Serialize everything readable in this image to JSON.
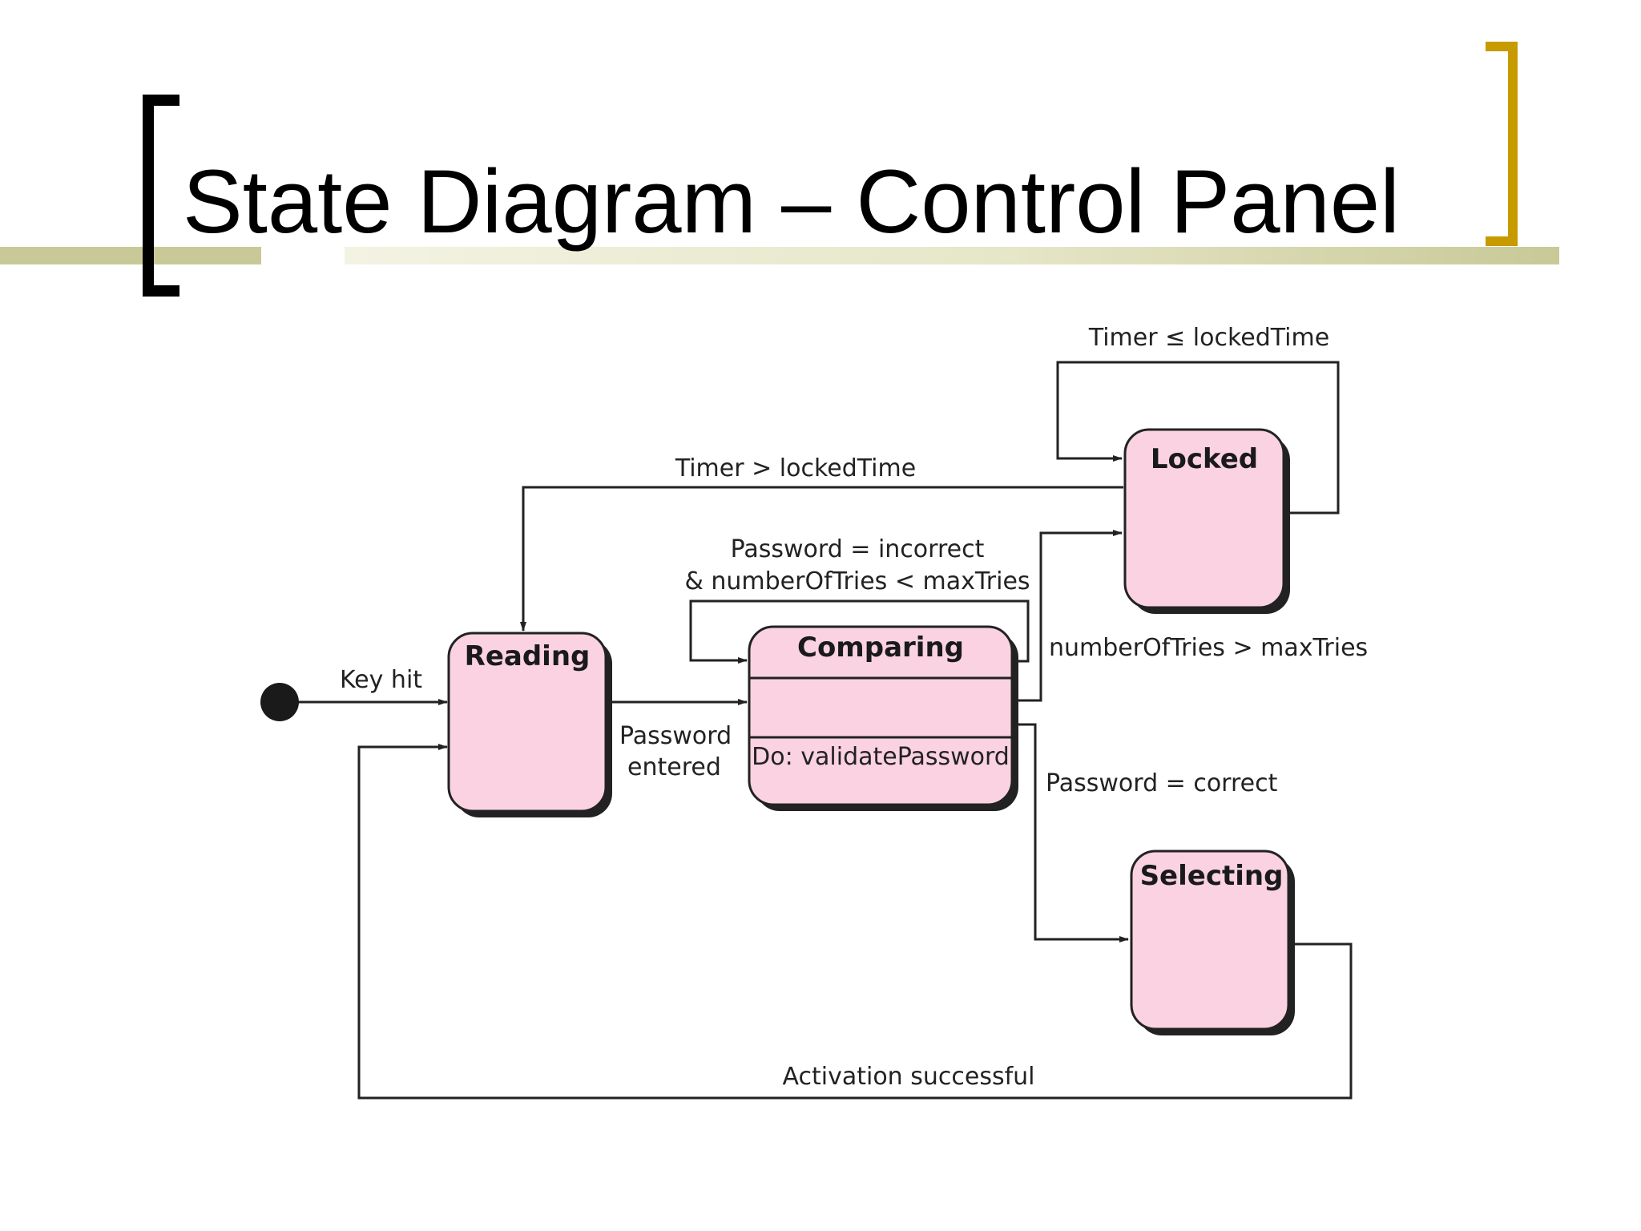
{
  "slide": {
    "title": "State Diagram – Control Panel",
    "colors": {
      "state_fill": "#fad2e2",
      "bracket_left": "#000000",
      "bracket_right": "#c79b00",
      "title_bar": "#c8c997"
    }
  },
  "diagram": {
    "states": {
      "reading": "Reading",
      "comparing": "Comparing",
      "comparing_activity": "Do: validatePassword",
      "locked": "Locked",
      "selecting": "Selecting"
    },
    "transitions": {
      "key_hit": "Key hit",
      "password_entered_line1": "Password",
      "password_entered_line2": "entered",
      "incorrect_line1": "Password = incorrect",
      "incorrect_line2": "& numberOfTries < maxTries",
      "timer_gt": "Timer > lockedTime",
      "timer_le": "Timer ≤ lockedTime",
      "tries_exceeded": "numberOfTries > maxTries",
      "password_correct": "Password = correct",
      "activation_successful": "Activation successful"
    }
  }
}
